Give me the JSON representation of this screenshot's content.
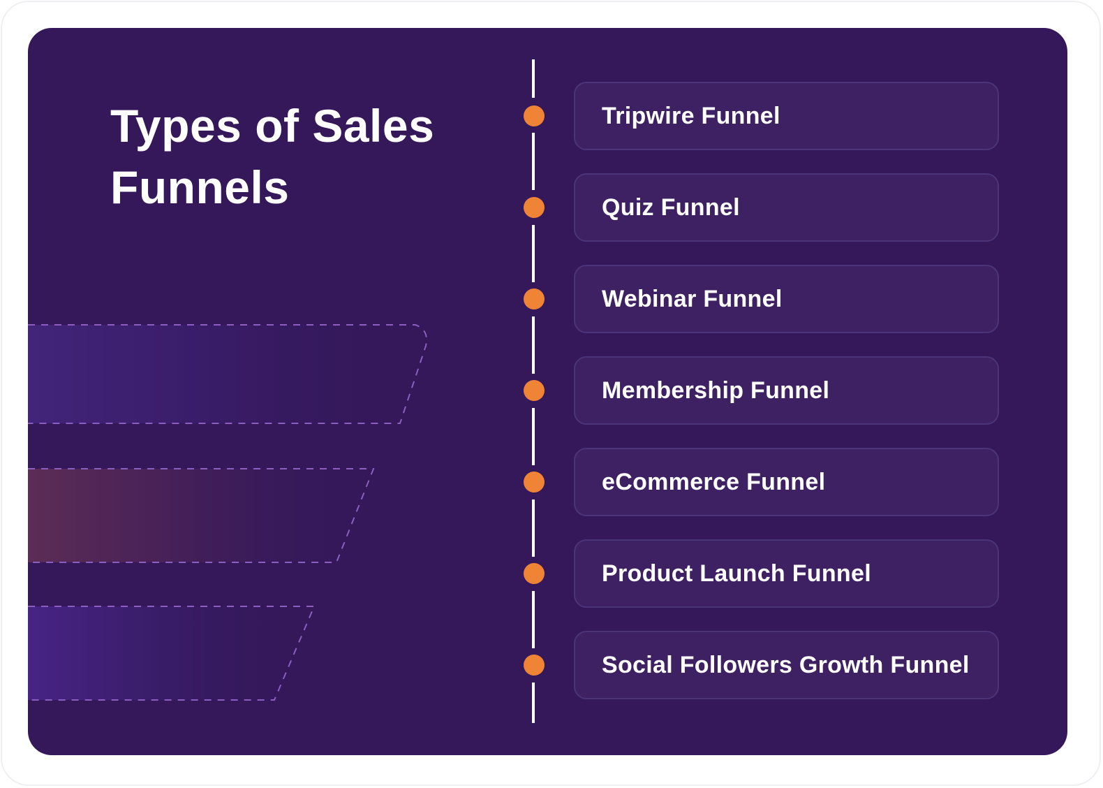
{
  "title": "Types of Sales Funnels",
  "colors": {
    "background": "#34185a",
    "card_background": "#3d2163",
    "card_border": "#4c3479",
    "accent_dot": "#f08436",
    "timeline": "#ffffff",
    "text": "#ffffff",
    "dashed_outline": "#8a5fc0"
  },
  "funnel_types": [
    {
      "label": "Tripwire Funnel"
    },
    {
      "label": "Quiz Funnel"
    },
    {
      "label": "Webinar Funnel"
    },
    {
      "label": "Membership Funnel"
    },
    {
      "label": "eCommerce Funnel"
    },
    {
      "label": "Product Launch Funnel"
    },
    {
      "label": "Social Followers Growth Funnel"
    }
  ]
}
